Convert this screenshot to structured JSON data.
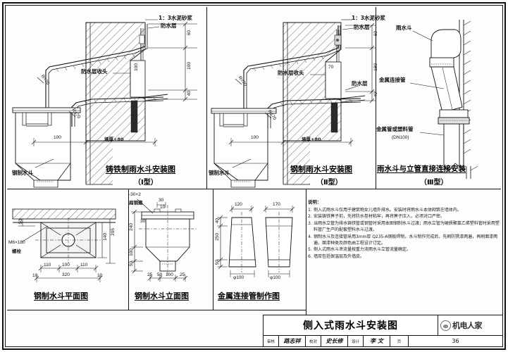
{
  "sheet": {
    "drawing_kind": "architectural-detail-sheet",
    "ink_color": "#111111"
  },
  "details": [
    {
      "id": "detail-1",
      "title": "铸铁制雨水斗安装图",
      "subtitle": "（Ⅰ型）",
      "labels": {
        "mortar": "1：3水泥砂浆",
        "waterproof": "防水层",
        "waterproof_end": "防水层收头",
        "bucket": "钢制水斗",
        "slope_upper": "R=70",
        "slope_lower": "R=70"
      },
      "dimensions": {
        "v_top": "60",
        "v_mid": "100",
        "v_bottom": "40",
        "h_left": "100",
        "h_right": "墙厚+80",
        "inner_box": "100"
      }
    },
    {
      "id": "detail-2",
      "title": "钢制雨水斗安装图",
      "subtitle": "（Ⅱ型）",
      "labels": {
        "mortar": "1：3水泥砂浆",
        "waterproof": "防水层",
        "waterproof_end": "防水层收头",
        "waterproof_2": "防水层",
        "bucket": "钢制水斗",
        "slope_upper": "R=70",
        "slope_lower": "R=70",
        "metal_conn": "金属连接管"
      },
      "dimensions": {
        "v_top": "60",
        "v_mid": "180",
        "v_bottom": "40",
        "h_left": "100",
        "h_right": "墙厚+80",
        "inner_box": "70"
      }
    },
    {
      "id": "detail-3",
      "title": "雨水斗与立管直接连接安装",
      "subtitle": "（Ⅲ型）",
      "labels": {
        "bucket": "雨水斗",
        "metal_conn": "金属连接管",
        "pipe": "金属管或塑料管",
        "pipe_spec": "(DN100)"
      }
    },
    {
      "id": "detail-4",
      "title": "钢制水斗平面图",
      "labels": {
        "bolt": "M6×180",
        "bolt2": "螺栓"
      },
      "dimensions": {
        "h1": "110",
        "h2": "100",
        "h3": "110",
        "h_total": "320",
        "h_edge_l": "10",
        "h_edge_r": "10",
        "v_left": "50",
        "v_right_total": "205",
        "v_right_part": "140"
      }
    },
    {
      "id": "detail-5",
      "title": "钢制水斗立面图",
      "labels": {
        "plate": "-30×2",
        "plate2": "扁钢箍"
      },
      "dimensions": {
        "top_a": "30",
        "top_b": "10",
        "v_total": "240",
        "v_lower1": "100",
        "v_lower2": "50",
        "b1": "25",
        "b2": "50",
        "b3": "100",
        "b4": "25",
        "side_small": "30"
      }
    },
    {
      "id": "detail-6",
      "title": "金属连接管制作图",
      "dimensions": {
        "w_left": "120",
        "w_right": "170",
        "v1": "40",
        "v2": "250",
        "v3": "50",
        "d_left": "φ100",
        "d_right": "φ100"
      }
    }
  ],
  "notes": {
    "heading": "说明：",
    "items": [
      {
        "num": "1.",
        "text": "侧入式雨水斗仅用于建筑物女儿墙外排水。安装时将雨水斗本体砌筑在墙体内。"
      },
      {
        "num": "2.",
        "text": "安装铸铁箅子前，先将防水卷材粘牢，再将箅子压入，必须对口严密。"
      },
      {
        "num": "3.",
        "text": "当雨水立管为排水铸铁管或钢管时采用本图钢制水斗过渡；雨水立管为硬质聚氯乙烯塑料管时采用塑料管厂生产的配套塑料水斗过渡。"
      },
      {
        "num": "4.",
        "text": "钢制水斗及连接管采用3mm厚 Q235-A钢板焊制，水斗制作完成后，先刷防锈漆两遍，再刷面漆两遍，面漆种类及颜色由工程设计订定。"
      },
      {
        "num": "5.",
        "text": "侧入式雨水斗泄流量按重力流雨水斗立管流量确定。"
      },
      {
        "num": "6.",
        "text": "墙厚包括保温层及外墙皮。"
      }
    ]
  },
  "title_block": {
    "main_title": "侧入式雨水斗安装图",
    "logo_text": "机电人家",
    "row": [
      {
        "role": "审核",
        "name": "路志祥"
      },
      {
        "role": "校对",
        "name": "史长修"
      },
      {
        "role": "设计",
        "name": "李 文"
      }
    ],
    "page_label": "页",
    "page_number": "36"
  }
}
